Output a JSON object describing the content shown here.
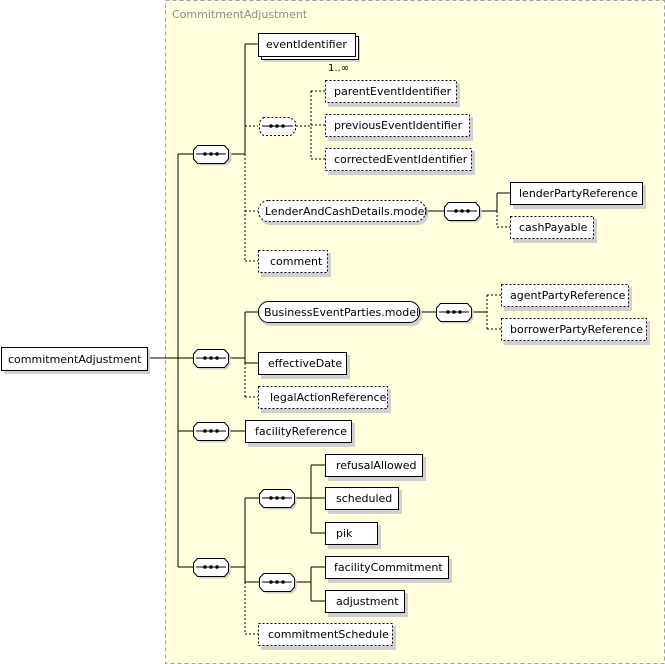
{
  "title": "CommitmentAdjustment",
  "root": "commitmentAdjustment",
  "multiplicity": "1..∞",
  "elements": {
    "eventIdentifier": "eventIdentifier",
    "parentEventIdentifier": "parentEventIdentifier",
    "previousEventIdentifier": "previousEventIdentifier",
    "correctedEventIdentifier": "correctedEventIdentifier",
    "lenderAndCashDetails": "LenderAndCashDetails.model",
    "lenderPartyReference": "lenderPartyReference",
    "cashPayable": "cashPayable",
    "comment": "comment",
    "businessEventParties": "BusinessEventParties.model",
    "agentPartyReference": "agentPartyReference",
    "borrowerPartyReference": "borrowerPartyReference",
    "effectiveDate": "effectiveDate",
    "legalActionReference": "legalActionReference",
    "facilityReference": "facilityReference",
    "refusalAllowed": "refusalAllowed",
    "scheduled": "scheduled",
    "pik": "pik",
    "facilityCommitment": "facilityCommitment",
    "adjustment": "adjustment",
    "commitmentSchedule": "commitmentSchedule"
  },
  "colors": {
    "panel_fill": "#ffffdd",
    "panel_border": "#a0a0a0",
    "box_fill": "#ffffff",
    "shadow": "#d0d0d0"
  }
}
